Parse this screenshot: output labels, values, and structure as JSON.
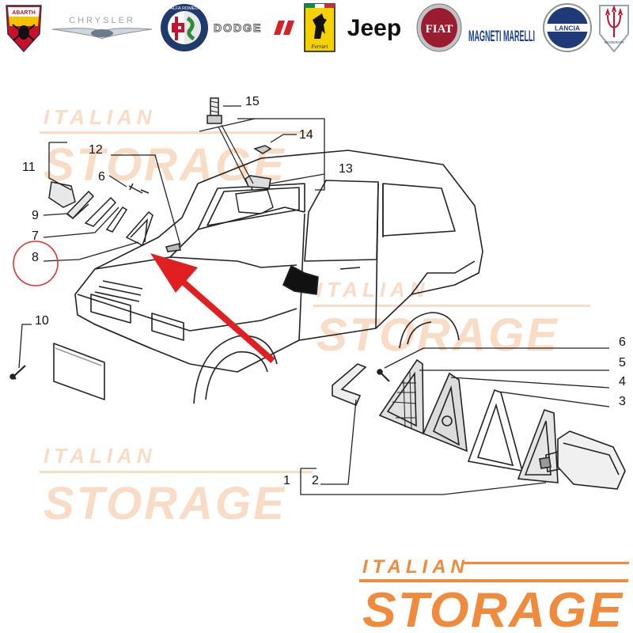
{
  "brands": [
    {
      "name": "ABARTH",
      "icon": "abarth-scorpion-shield-icon"
    },
    {
      "name": "CHRYSLER",
      "icon": "chrysler-winged-badge-icon"
    },
    {
      "name": "ALFA ROMEO",
      "icon": "alfa-romeo-roundel-icon"
    },
    {
      "name": "DODGE",
      "icon": "dodge-wordmark-icon"
    },
    {
      "name": "Ferrari",
      "icon": "ferrari-prancing-horse-icon"
    },
    {
      "name": "Jeep",
      "icon": "jeep-wordmark-icon"
    },
    {
      "name": "FIAT",
      "icon": "fiat-badge-icon"
    },
    {
      "name": "MAGNETI MARELLI",
      "icon": "magneti-marelli-wordmark-icon"
    },
    {
      "name": "LANCIA",
      "icon": "lancia-shield-icon"
    },
    {
      "name": "MASERATI",
      "icon": "maserati-trident-icon"
    }
  ],
  "callouts": [
    "15",
    "14",
    "13",
    "12",
    "11",
    "6",
    "9",
    "7",
    "8",
    "10",
    "6",
    "5",
    "4",
    "3",
    "1",
    "2"
  ],
  "watermark": {
    "line1": "ITALIAN",
    "line2": "STORAGE"
  },
  "footer_logo": {
    "line1": "ITALIAN",
    "line2": "STORAGE"
  },
  "colors": {
    "accent_orange": "#f08a3c",
    "watermark_orange": "#f8dcc6",
    "arrow_red": "#e02020",
    "highlight_circle": "#e03030",
    "line_art": "#222222"
  }
}
